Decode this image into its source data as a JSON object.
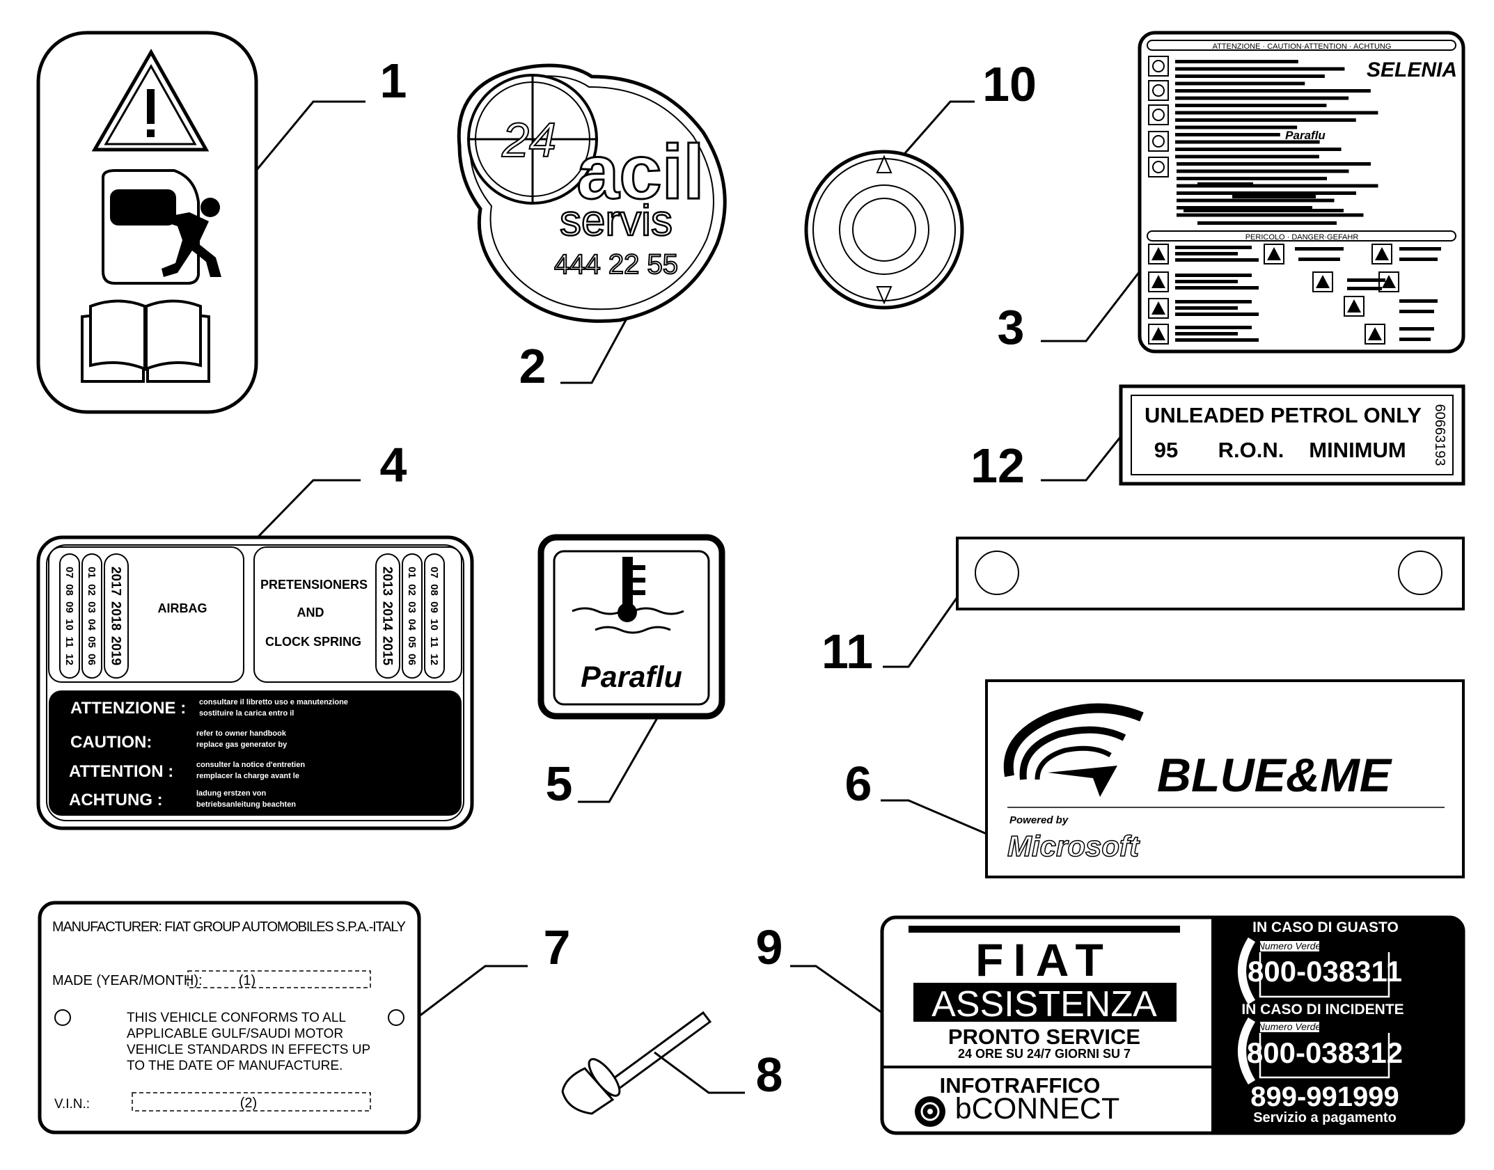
{
  "callouts": {
    "n1": "1",
    "n2": "2",
    "n3": "3",
    "n4": "4",
    "n5": "5",
    "n6": "6",
    "n7": "7",
    "n8": "8",
    "n9": "9",
    "n10": "10",
    "n11": "11",
    "n12": "12"
  },
  "label2": {
    "badge": "24",
    "brand": "acil",
    "brand2": "servis",
    "phone": "444 22 55"
  },
  "label3": {
    "head_top": "ATTENZIONE · CAUTION·ATTENTION · ACHTUNG",
    "logo": "SELENIA",
    "product": "Paraflu",
    "head_mid": "PERICOLO · DANGER·GEFAHR"
  },
  "label4": {
    "years_left": [
      "2017",
      "2018",
      "2019"
    ],
    "months_left_a": [
      "01",
      "02",
      "03",
      "04",
      "05",
      "06"
    ],
    "months_left_b": [
      "07",
      "08",
      "09",
      "10",
      "11",
      "12"
    ],
    "airbag": "AIRBAG",
    "pretensioners": "PRETENSIONERS",
    "and": "AND",
    "clock_spring": "CLOCK SPRING",
    "years_right": [
      "2013",
      "2014",
      "2015"
    ],
    "months_right_a": [
      "01",
      "02",
      "03",
      "04",
      "05",
      "06"
    ],
    "months_right_b": [
      "07",
      "08",
      "09",
      "10",
      "11",
      "12"
    ],
    "rows": [
      {
        "label": "ATTENZIONE :",
        "l1": "consultare il libretto uso e manutenzione",
        "l2": "sostituire la carica entro il"
      },
      {
        "label": "CAUTION:",
        "l1": "refer to owner handbook",
        "l2": "replace gas generator by"
      },
      {
        "label": "ATTENTION :",
        "l1": "consulter la notice d'entretien",
        "l2": "remplacer la charge avant le"
      },
      {
        "label": "ACHTUNG :",
        "l1": "ladung erstzen von",
        "l2": "betriebsanleitung beachten"
      }
    ]
  },
  "label5": {
    "text": "Paraflu"
  },
  "label6": {
    "brand": "BLUE&ME",
    "powered": "Powered by",
    "microsoft": "Microsoft"
  },
  "label7": {
    "manufacturer": "MANUFACTURER:  FIAT GROUP AUTOMOBILES S.P.A.-ITALY",
    "made": "MADE (YEAR/MONTH):",
    "made_field": "(1)",
    "conform": [
      "THIS VEHICLE CONFORMS TO ALL",
      "APPLICABLE GULF/SAUDI MOTOR",
      "VEHICLE STANDARDS IN EFFECTS UP",
      "TO THE DATE OF MANUFACTURE."
    ],
    "vin": "V.I.N.:",
    "vin_field": "(2)"
  },
  "label9": {
    "fiat": "FIAT",
    "assistenza": "ASSISTENZA",
    "pronto": "PRONTO SERVICE",
    "pronto_sub": "24 ORE SU 24/7 GIORNI SU 7",
    "infotraffico": "INFOTRAFFICO",
    "bconnect": "bCONNECT",
    "guasto": "IN CASO DI GUASTO",
    "nv1": "Numero Verde",
    "phone1": "800-038311",
    "incidente": "IN CASO DI INCIDENTE",
    "nv2": "Numero Verde",
    "phone2": "800-038312",
    "paid": "899-991999",
    "paid_sub": "Servizio a pagamento"
  },
  "label12": {
    "line1": "UNLEADED PETROL ONLY",
    "num": "95",
    "ron": "R.O.N.",
    "min": "MINIMUM",
    "code": "60663193"
  }
}
